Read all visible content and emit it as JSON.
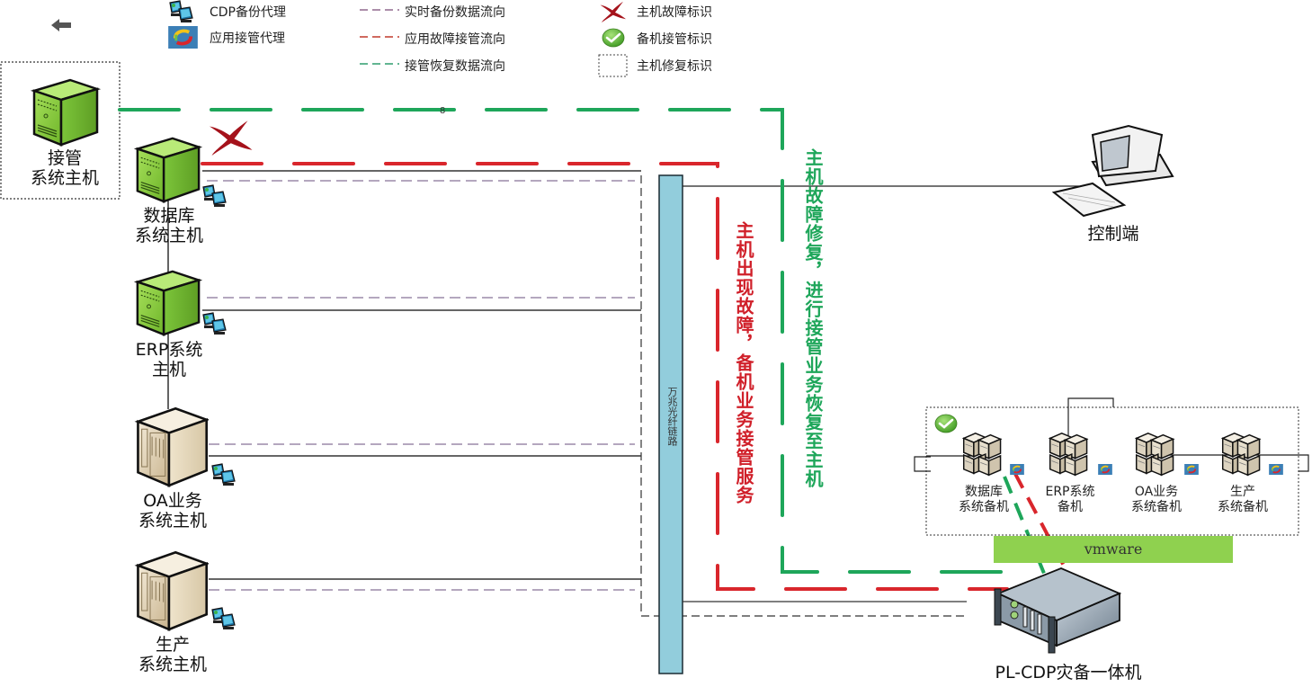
{
  "legend": {
    "items": [
      {
        "icon": "cdp-agent-icon",
        "label": "CDP备份代理"
      },
      {
        "icon": "app-takeover-agent-icon",
        "label": "应用接管代理"
      },
      {
        "line": "purple-dashed",
        "label": "实时备份数据流向"
      },
      {
        "line": "red-dashed",
        "label": "应用故障接管流向"
      },
      {
        "line": "green-dashed",
        "label": "接管恢复数据流向"
      },
      {
        "icon": "host-failure-x-icon",
        "label": "主机故障标识"
      },
      {
        "icon": "standby-check-icon",
        "label": "备机接管标识"
      },
      {
        "icon": "host-repair-box-icon",
        "label": "主机修复标识"
      }
    ]
  },
  "colors": {
    "backup_flow": "#9b8aa8",
    "failover_flow": "#d9262c",
    "restore_flow": "#1ea65a",
    "fiber_bar": "#92cddc",
    "vmware_bar": "#8fd14f",
    "host_green": "#8cd13b"
  },
  "hosts": [
    {
      "id": "takeover",
      "line1": "接管",
      "line2": "系统主机"
    },
    {
      "id": "database",
      "line1": "数据库",
      "line2": "系统主机"
    },
    {
      "id": "erp",
      "line1": "ERP系统",
      "line2": "主机"
    },
    {
      "id": "oa",
      "line1": "OA业务",
      "line2": "系统主机"
    },
    {
      "id": "production",
      "line1": "生产",
      "line2": "系统主机"
    }
  ],
  "fiber_link": {
    "label": "万兆光纤链路"
  },
  "annotations": {
    "failover": "主机出现故障，备机业务接管服务",
    "restore": "主机故障修复，进行接管业务恢复至主机"
  },
  "console": {
    "label": "控制端"
  },
  "standby": [
    {
      "line1": "数据库",
      "line2": "系统备机"
    },
    {
      "line1": "ERP系统",
      "line2": "备机"
    },
    {
      "line1": "OA业务",
      "line2": "系统备机"
    },
    {
      "line1": "生产",
      "line2": "系统备机"
    }
  ],
  "vmware": {
    "label": "vmware"
  },
  "appliance": {
    "label": "PL-CDP灾备一体机"
  },
  "stray_mark": "8"
}
